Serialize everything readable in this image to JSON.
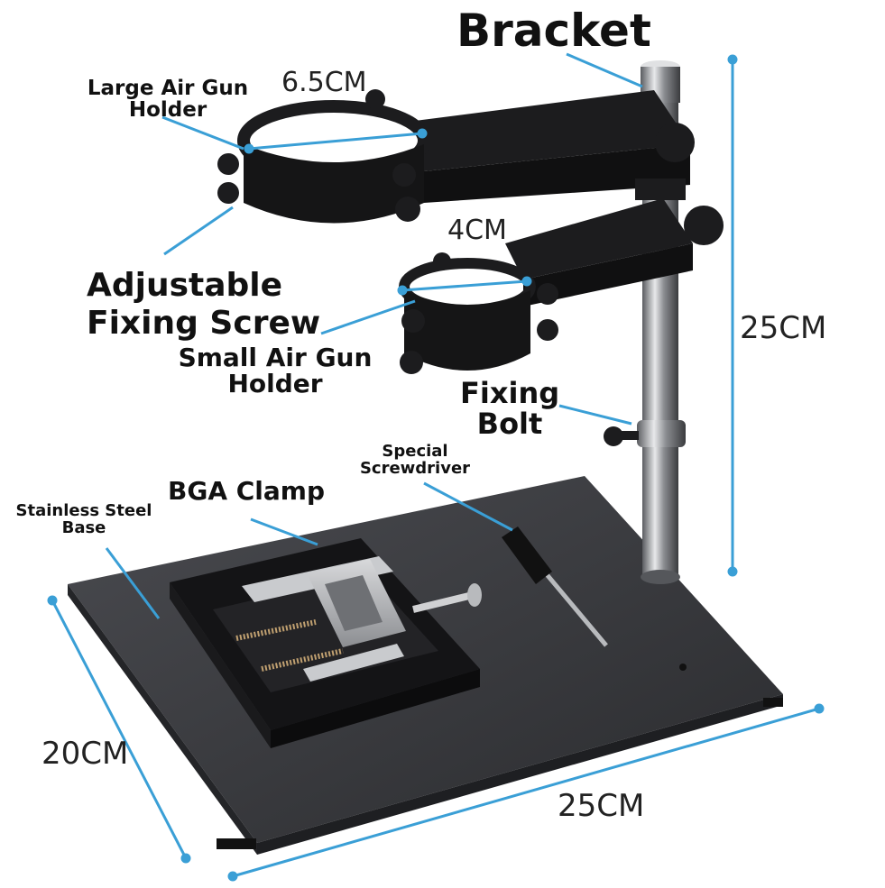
{
  "labels": {
    "bracket": "Bracket",
    "large_holder_line1": "Large Air Gun",
    "large_holder_line2": "Holder",
    "adjustable_line1": "Adjustable",
    "adjustable_line2": "Fixing Screw",
    "small_holder_line1": "Small Air Gun",
    "small_holder_line2": "Holder",
    "fixing_bolt_line1": "Fixing",
    "fixing_bolt_line2": "Bolt",
    "screwdriver_line1": "Special",
    "screwdriver_line2": "Screwdriver",
    "bga_clamp": "BGA Clamp",
    "base_line1": "Stainless Steel",
    "base_line2": "Base"
  },
  "dimensions": {
    "large_ring": "6.5CM",
    "small_ring": "4CM",
    "height": "25CM",
    "depth": "20CM",
    "width": "25CM"
  },
  "colors": {
    "leader": "#3a9fd6",
    "metal_dark": "#1c1c1e",
    "base_plate": "#3a3b3f",
    "chrome": "#9a9ca0"
  }
}
